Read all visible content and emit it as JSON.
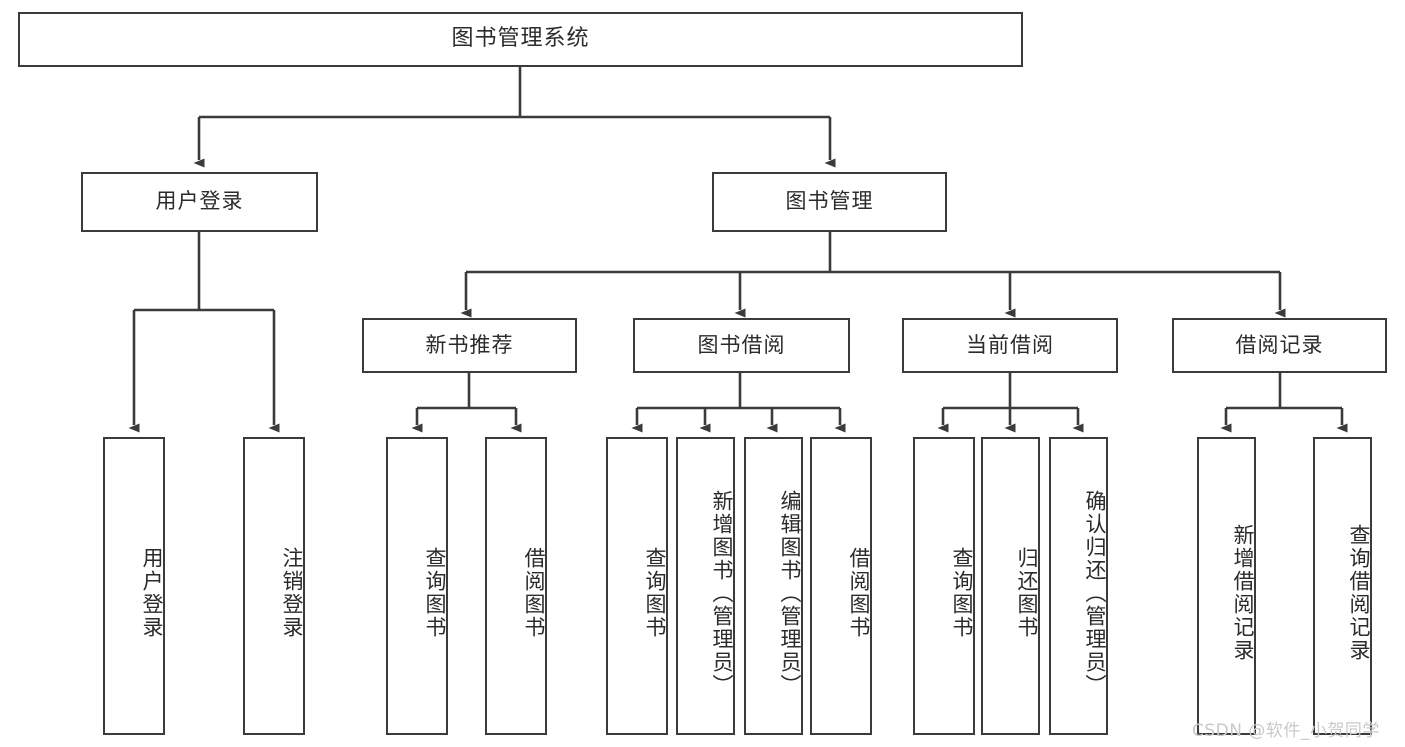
{
  "diagram": {
    "title": "图书管理系统",
    "watermark": "CSDN @软件_小贺同学",
    "line_color": "#3b3b3b",
    "box_fill": "#ffffff",
    "text_color": "#2b2b2b",
    "watermark_color": "#c9c9c9",
    "nodes": {
      "root": "图书管理系统",
      "user_login": "用户登录",
      "book_manage": "图书管理",
      "new_book_rec": "新书推荐",
      "book_borrow": "图书借阅",
      "current_borrow": "当前借阅",
      "borrow_record": "借阅记录",
      "leaf_user_login": "用户登录",
      "leaf_logout_login": "注销登录",
      "leaf_query_book_1": "查询图书",
      "leaf_borrow_book_1": "借阅图书",
      "leaf_query_book_2": "查询图书",
      "leaf_add_book_admin": "新增图书（管理员）",
      "leaf_edit_book_admin": "编辑图书（管理员）",
      "leaf_borrow_book_2": "借阅图书",
      "leaf_query_book_3": "查询图书",
      "leaf_return_book": "归还图书",
      "leaf_confirm_return_admin": "确认归还（管理员）",
      "leaf_add_borrow_record": "新增借阅记录",
      "leaf_query_borrow_record": "查询借阅记录"
    }
  },
  "chart_data": {
    "type": "table",
    "title": "图书管理系统",
    "levels": [
      {
        "level": 0,
        "items": [
          "图书管理系统"
        ]
      },
      {
        "level": 1,
        "items": [
          "用户登录",
          "图书管理"
        ]
      },
      {
        "level": 2,
        "items": [
          "新书推荐",
          "图书借阅",
          "当前借阅",
          "借阅记录"
        ]
      },
      {
        "level": 3,
        "items": [
          "用户登录",
          "注销登录",
          "查询图书",
          "借阅图书",
          "查询图书",
          "新增图书（管理员）",
          "编辑图书（管理员）",
          "借阅图书",
          "查询图书",
          "归还图书",
          "确认归还（管理员）",
          "新增借阅记录",
          "查询借阅记录"
        ]
      }
    ],
    "edges": [
      {
        "from": "图书管理系统",
        "to": "用户登录"
      },
      {
        "from": "图书管理系统",
        "to": "图书管理"
      },
      {
        "from": "用户登录",
        "to": "用户登录"
      },
      {
        "from": "用户登录",
        "to": "注销登录"
      },
      {
        "from": "图书管理",
        "to": "新书推荐"
      },
      {
        "from": "图书管理",
        "to": "图书借阅"
      },
      {
        "from": "图书管理",
        "to": "当前借阅"
      },
      {
        "from": "图书管理",
        "to": "借阅记录"
      },
      {
        "from": "新书推荐",
        "to": "查询图书"
      },
      {
        "from": "新书推荐",
        "to": "借阅图书"
      },
      {
        "from": "图书借阅",
        "to": "查询图书"
      },
      {
        "from": "图书借阅",
        "to": "新增图书（管理员）"
      },
      {
        "from": "图书借阅",
        "to": "编辑图书（管理员）"
      },
      {
        "from": "图书借阅",
        "to": "借阅图书"
      },
      {
        "from": "当前借阅",
        "to": "查询图书"
      },
      {
        "from": "当前借阅",
        "to": "归还图书"
      },
      {
        "from": "当前借阅",
        "to": "确认归还（管理员）"
      },
      {
        "from": "借阅记录",
        "to": "新增借阅记录"
      },
      {
        "from": "借阅记录",
        "to": "查询借阅记录"
      }
    ]
  }
}
